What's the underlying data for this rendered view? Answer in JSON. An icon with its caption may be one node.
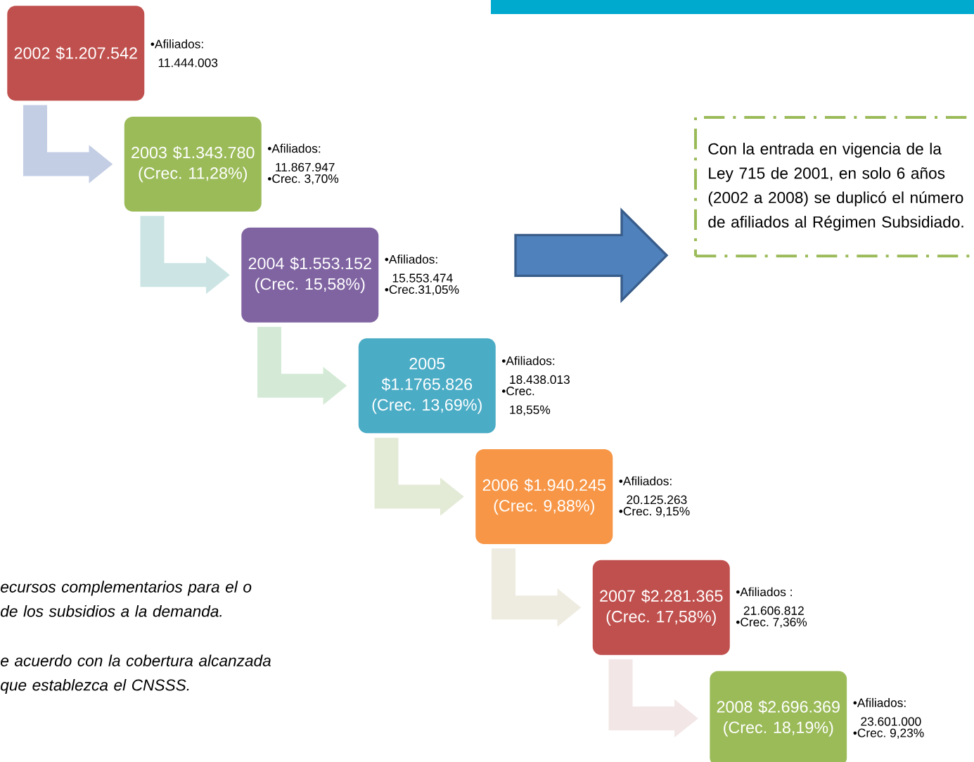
{
  "diagram": {
    "nodes": [
      {
        "text": [
          "2002 $1.207.542"
        ],
        "beside": [
          "•Afiliados: 11.444.003"
        ]
      },
      {
        "text": [
          "2003 $1.343.780 (Crec. 11,28%)"
        ],
        "beside": [
          "•Afiliados: 11.867.947",
          "•Crec. 3,70%"
        ]
      },
      {
        "text": [
          "2004 $1.553.152 (Crec. 15,58%)"
        ],
        "beside": [
          "•Afiliados: 15.553.474",
          "•Crec.31,05%"
        ]
      },
      {
        "text": [
          "2005 $1.1765.826 (Crec. 13,69%)"
        ],
        "beside": [
          "•Afiliados: 18.438.013",
          "•Crec. 18,55%"
        ]
      },
      {
        "text": [
          "2006 $1.940.245 (Crec. 9,88%)"
        ],
        "beside": [
          "•Afiliados: 20.125.263",
          "•Crec. 9,15%"
        ]
      },
      {
        "text": [
          "2007 $2.281.365 (Crec. 17,58%)"
        ],
        "beside": [
          "•Afiliados : 21.606.812",
          "•Crec. 7,36%"
        ]
      },
      {
        "text": [
          "2008 $2.696.369 (Crec. 18,19%)"
        ],
        "beside": [
          "•Afiliados: 23.601.000",
          "•Crec. 9,23%"
        ]
      },
      {
        "text": [
          "Con la entrada en vigencia de la Ley 715 de 2001, en solo 6 años (2002 a 2008) se duplicó el número de afiliados al Régimen Subsidiado."
        ]
      }
    ],
    "edges": [
      {
        "from": 0,
        "to": 1,
        "arrow": "to",
        "color": "#c3cde4"
      },
      {
        "from": 1,
        "to": 2,
        "arrow": "to",
        "color": "#cce5e4"
      },
      {
        "from": 2,
        "to": 3,
        "arrow": "to",
        "color": "#d4ead6"
      },
      {
        "from": 3,
        "to": 4,
        "arrow": "to",
        "color": "#e3ead6"
      },
      {
        "from": 4,
        "to": 5,
        "arrow": "to",
        "color": "#eeebe0"
      },
      {
        "from": 5,
        "to": 6,
        "arrow": "to",
        "color": "#f2e6e6"
      },
      {
        "from": null,
        "to": 7,
        "arrow": "to",
        "color": "#4f81bd"
      }
    ],
    "labels": [
      "ecursos complementarios para el o de los subsidios a la demanda.",
      "e acuerdo con la cobertura alcanzada que establezca el CNSSS."
    ]
  }
}
